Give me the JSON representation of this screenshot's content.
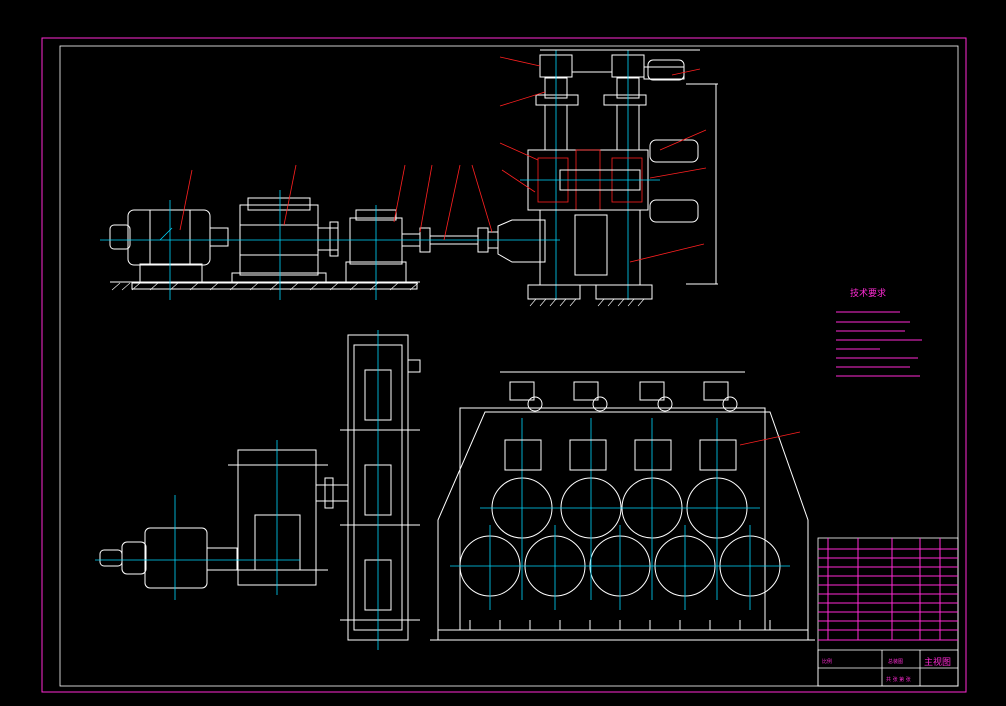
{
  "title_block": {
    "drawing_title": "主视图",
    "unit": "总装图",
    "scale_label": "比例",
    "sheet_label": "共 张 第 张"
  },
  "tech_notes": {
    "heading": "技术要求"
  },
  "colors": {
    "background": "#000000",
    "frame": "#ff2ad4",
    "outline": "#ffffff",
    "centerline": "#00d8ff",
    "leader": "#ff2020"
  }
}
